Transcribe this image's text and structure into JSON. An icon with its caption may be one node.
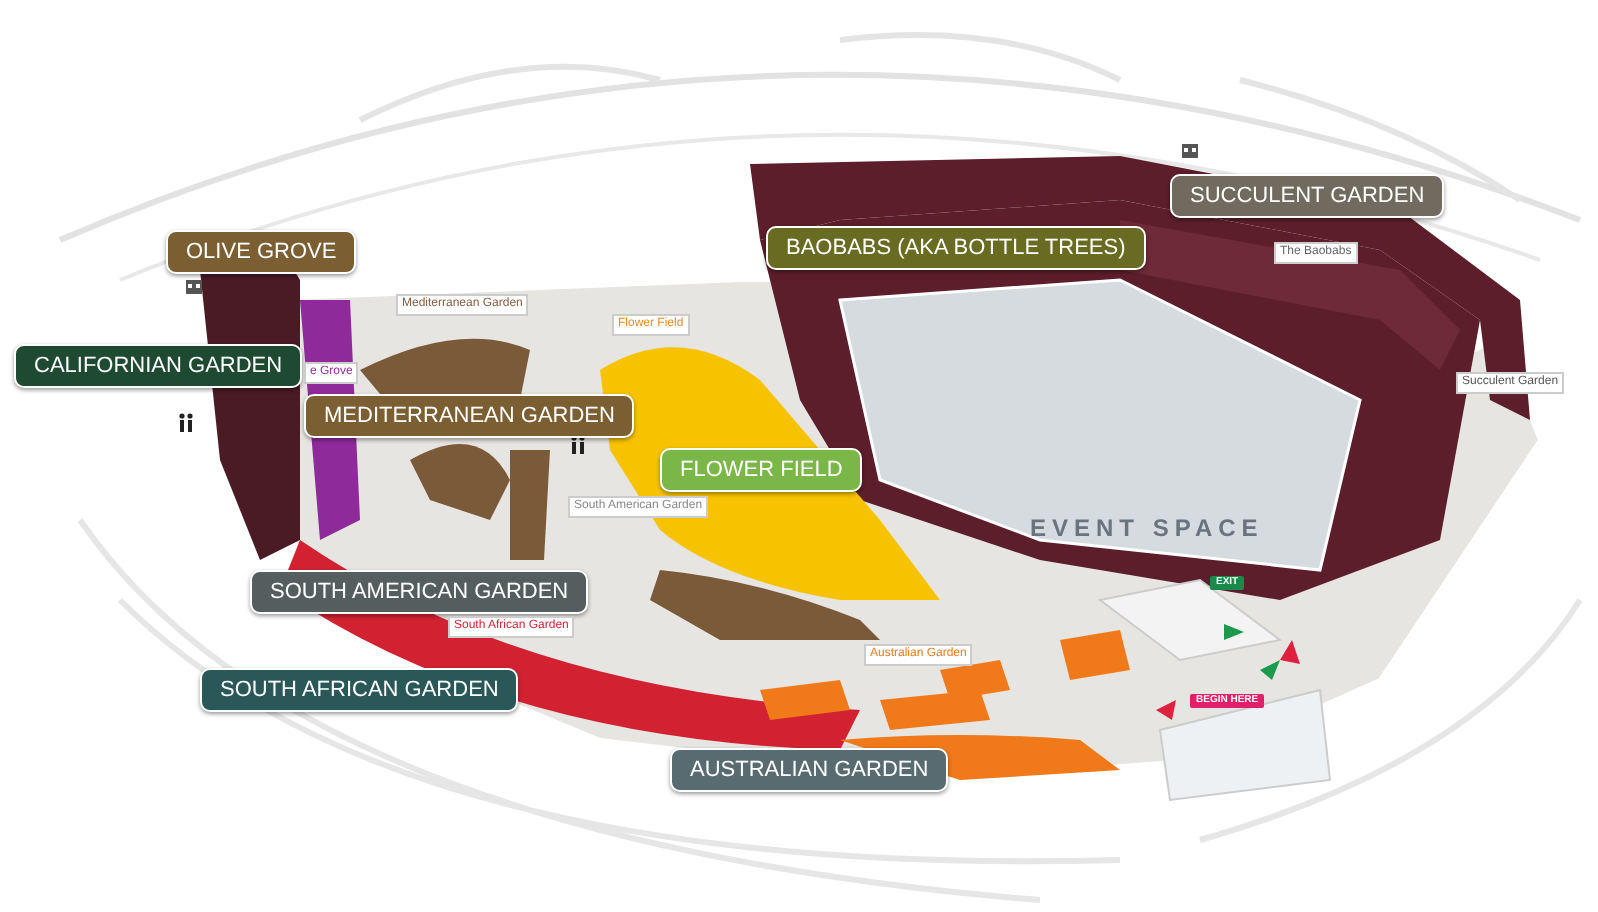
{
  "diagram": {
    "labels": [
      "SUCCULENT GARDEN",
      "OLIVE GROVE",
      "BAOBABS (AKA BOTTLE TREES)",
      "The Baobabs",
      "Mediterranean Garden",
      "Flower Field",
      "CALIFORNIAN GARDEN",
      "e Grove",
      "Succulent Garden",
      "MEDITERRANEAN GARDEN",
      "FLOWER FIELD",
      "South American Garden",
      "EVENT SPACE",
      "SOUTH AMERICAN GARDEN",
      "EXIT",
      "South African Garden",
      "Australian Garden",
      "SOUTH AFRICAN GARDEN",
      "BEGIN HERE",
      "AUSTRALIAN GARDEN"
    ]
  }
}
